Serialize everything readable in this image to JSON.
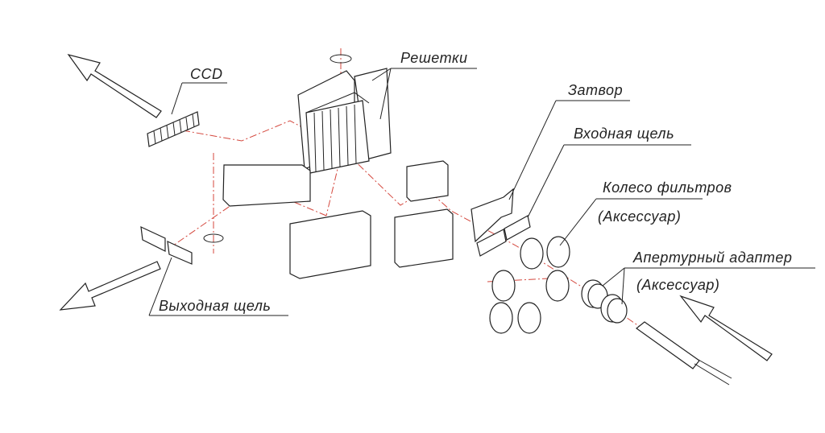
{
  "labels": {
    "ccd": "CCD",
    "gratings": "Решетки",
    "shutter": "Затвор",
    "entrance_slit": "Входная щель",
    "filter_wheel": "Колесо фильтров",
    "filter_wheel_note": "(Аксессуар)",
    "aperture_adapter": "Апертурный адаптер",
    "aperture_adapter_note": "(Аксессуар)",
    "exit_slit": "Выходная щель"
  },
  "colors": {
    "beam": "#d4473d",
    "lines": "#222222"
  }
}
